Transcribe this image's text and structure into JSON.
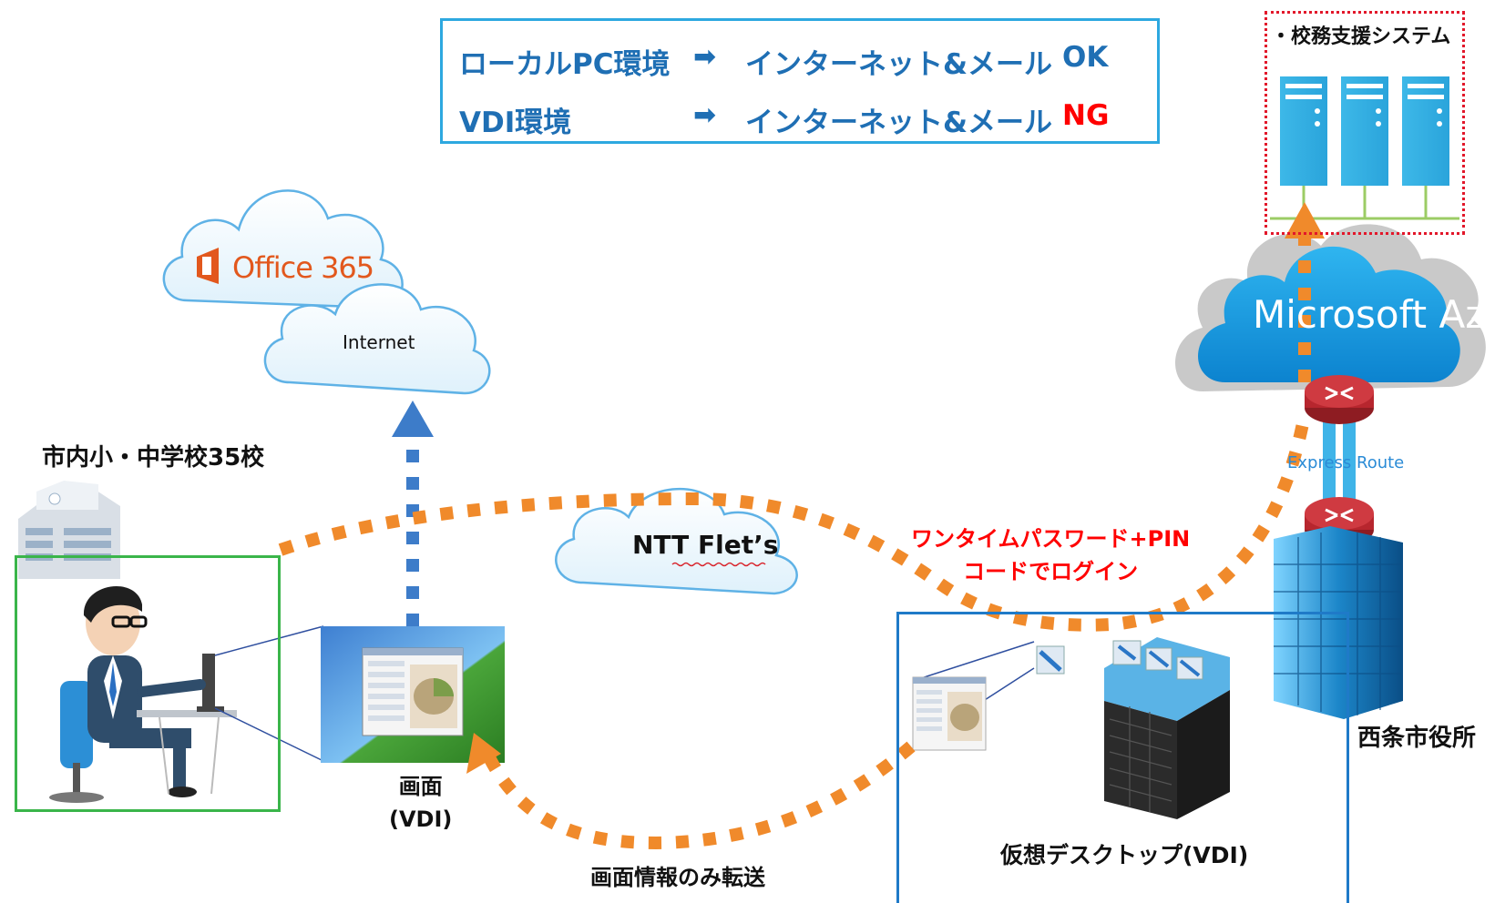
{
  "legend": {
    "rows": [
      {
        "source": "ローカルPC環境",
        "arrow": "➡",
        "target": "インターネット&メール",
        "status": "OK",
        "status_color": "#1f6fb4"
      },
      {
        "source": "VDI環境",
        "arrow": "➡",
        "target": "インターネット&メール",
        "status": "NG",
        "status_color": "#ff0000"
      }
    ]
  },
  "system_label": "・校務支援システム",
  "azure_label": "Microsoft Azure",
  "express_route_label": "Express Route",
  "office365_label": "Office 365",
  "internet_label": "Internet",
  "flets_label": "NTT Flet’s",
  "school_label": "市内小・中学校35校",
  "city_hall_label": "西条市役所",
  "screen_label": {
    "line1": "画面",
    "line2": "(VDI)"
  },
  "vdi_label": "仮想デスクトップ(VDI)",
  "transfer_label": "画面情報のみ転送",
  "otp_label": {
    "line1": "ワンタイムパスワード+PIN",
    "line2": "コードでログイン"
  },
  "colors": {
    "accent_blue": "#1f6fb4",
    "legend_border": "#2da8e0",
    "orange_path": "#f08a2b",
    "blue_path": "#3d7cc9",
    "error_red": "#ff0000",
    "school_frame": "#3ab54a",
    "dc_frame": "#1f7ac8"
  }
}
